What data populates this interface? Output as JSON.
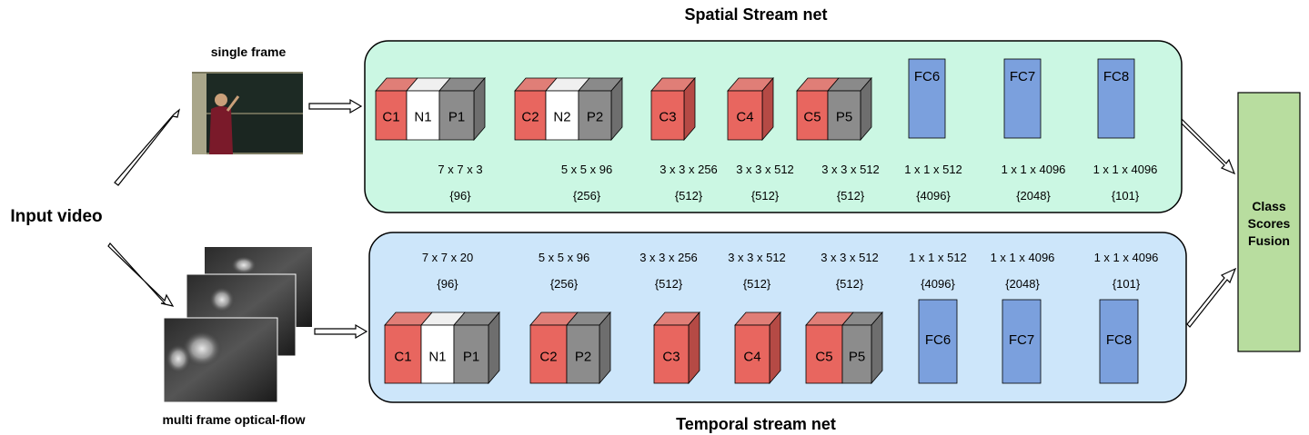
{
  "input_label": "Input video",
  "spatial": {
    "title": "Spatial Stream net",
    "frame_label": "single frame",
    "layers": [
      {
        "type": "cnn",
        "blocks": [
          {
            "label": "C1",
            "kind": "conv"
          },
          {
            "label": "N1",
            "kind": "norm"
          },
          {
            "label": "P1",
            "kind": "pool"
          }
        ],
        "dims": "7 x 7 x 3",
        "filters": "{96}"
      },
      {
        "type": "cnn",
        "blocks": [
          {
            "label": "C2",
            "kind": "conv"
          },
          {
            "label": "N2",
            "kind": "norm"
          },
          {
            "label": "P2",
            "kind": "pool"
          }
        ],
        "dims": "5 x 5 x 96",
        "filters": "{256}"
      },
      {
        "type": "cnn",
        "blocks": [
          {
            "label": "C3",
            "kind": "conv"
          }
        ],
        "dims": "3 x 3 x 256",
        "filters": "{512}"
      },
      {
        "type": "cnn",
        "blocks": [
          {
            "label": "C4",
            "kind": "conv"
          }
        ],
        "dims": "3 x 3 x 512",
        "filters": "{512}"
      },
      {
        "type": "cnn",
        "blocks": [
          {
            "label": "C5",
            "kind": "conv"
          },
          {
            "label": "P5",
            "kind": "pool"
          }
        ],
        "dims": "3 x 3 x 512",
        "filters": "{512}"
      },
      {
        "type": "fc",
        "label": "FC6",
        "dims": "1 x 1 x 512",
        "filters": "{4096}"
      },
      {
        "type": "fc",
        "label": "FC7",
        "dims": "1 x 1 x 4096",
        "filters": "{2048}"
      },
      {
        "type": "fc",
        "label": "FC8",
        "dims": "1 x 1 x 4096",
        "filters": "{101}"
      }
    ]
  },
  "temporal": {
    "title": "Temporal stream net",
    "frame_label": "multi frame optical-flow",
    "layers": [
      {
        "type": "cnn",
        "blocks": [
          {
            "label": "C1",
            "kind": "conv"
          },
          {
            "label": "N1",
            "kind": "norm"
          },
          {
            "label": "P1",
            "kind": "pool"
          }
        ],
        "dims": "7 x 7 x 20",
        "filters": "{96}"
      },
      {
        "type": "cnn",
        "blocks": [
          {
            "label": "C2",
            "kind": "conv"
          },
          {
            "label": "P2",
            "kind": "pool"
          }
        ],
        "dims": "5 x 5 x 96",
        "filters": "{256}"
      },
      {
        "type": "cnn",
        "blocks": [
          {
            "label": "C3",
            "kind": "conv"
          }
        ],
        "dims": "3 x 3 x 256",
        "filters": "{512}"
      },
      {
        "type": "cnn",
        "blocks": [
          {
            "label": "C4",
            "kind": "conv"
          }
        ],
        "dims": "3 x 3 x 512",
        "filters": "{512}"
      },
      {
        "type": "cnn",
        "blocks": [
          {
            "label": "C5",
            "kind": "conv"
          },
          {
            "label": "P5",
            "kind": "pool"
          }
        ],
        "dims": "3 x 3 x 512",
        "filters": "{512}"
      },
      {
        "type": "fc",
        "label": "FC6",
        "dims": "1 x 1 x 512",
        "filters": "{4096}"
      },
      {
        "type": "fc",
        "label": "FC7",
        "dims": "1 x 1 x 4096",
        "filters": "{2048}"
      },
      {
        "type": "fc",
        "label": "FC8",
        "dims": "1 x 1 x 4096",
        "filters": "{101}"
      }
    ]
  },
  "fusion": {
    "lines": [
      "Class",
      "Scores",
      "Fusion"
    ]
  },
  "colors": {
    "conv": "#E8665F",
    "conv_side": "#B54A45",
    "conv_top": "#E07E77",
    "norm": "#FFFFFF",
    "norm_side": "#E0E0E0",
    "norm_top": "#F0F0F0",
    "pool": "#8C8C8C",
    "pool_side": "#6E6E6E",
    "pool_top": "#8A8A8A",
    "fc": "#7BA0DD",
    "spatial_bg": "#CBF7E3",
    "temporal_bg": "#CDE6FA",
    "fusion_bg": "#B8DD9F"
  }
}
